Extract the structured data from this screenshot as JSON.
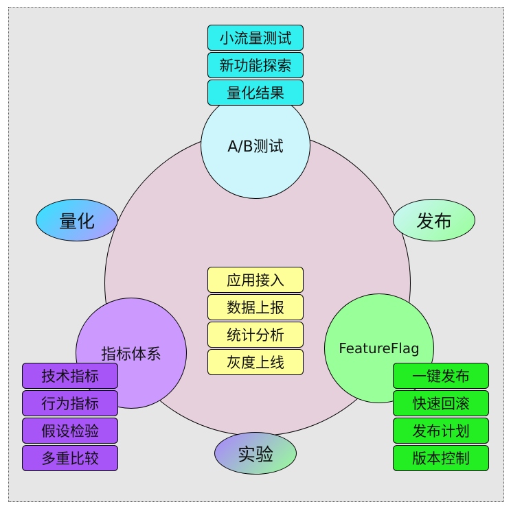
{
  "center": {
    "items": [
      "应用接入",
      "数据上报",
      "统计分析",
      "灰度上线"
    ]
  },
  "nodes": {
    "ab": {
      "label": "A/B测试",
      "items": [
        "小流量测试",
        "新功能探索",
        "量化结果"
      ]
    },
    "metric": {
      "label": "指标体系",
      "items": [
        "技术指标",
        "行为指标",
        "假设检验",
        "多重比较"
      ]
    },
    "flag": {
      "label": "FeatureFlag",
      "items": [
        "一键发布",
        "快速回滚",
        "发布计划",
        "版本控制"
      ]
    }
  },
  "ovals": {
    "quantify": "量化",
    "release": "发布",
    "experiment": "实验"
  },
  "colors": {
    "frame_bg": "#e6e6e6",
    "big_circle": "#e6d0dc",
    "ab_circle": "#ccf6fb",
    "metric_circle": "#cc99ff",
    "flag_circle": "#99ff99",
    "ab_tags": "#33f0f0",
    "center_tags": "#ffff99",
    "metric_tags": "#a855f7",
    "flag_tags": "#22ee22"
  }
}
